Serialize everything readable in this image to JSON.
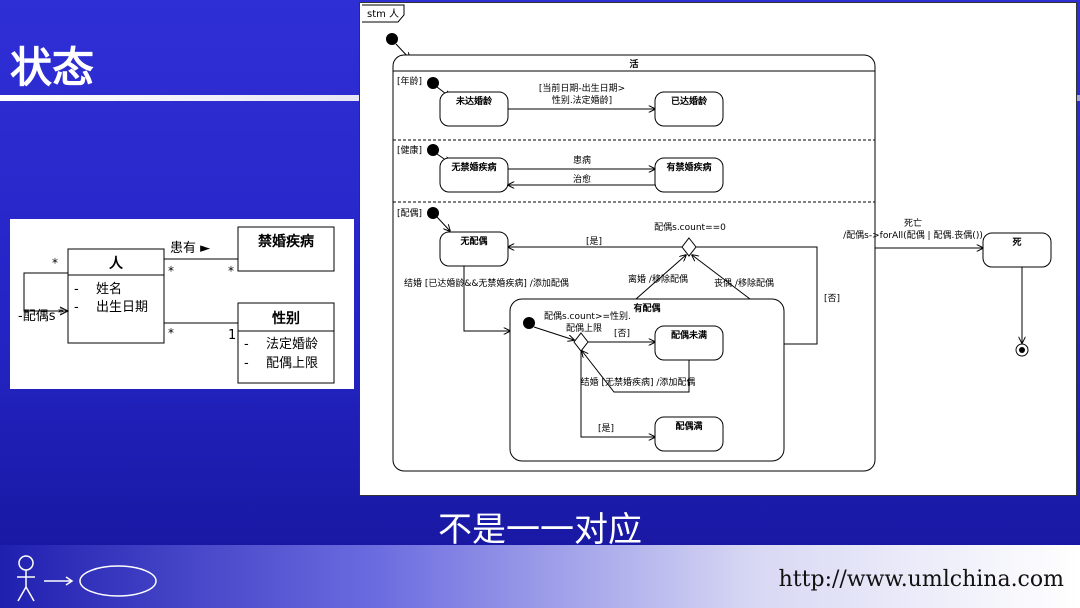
{
  "slide": {
    "title": "状态",
    "caption": "不是一一对应",
    "footer_url": "http://www.umlchina.com"
  },
  "class_diagram": {
    "class_person": {
      "name": "人",
      "attrs": [
        "-",
        "姓名",
        "-",
        "出生日期"
      ]
    },
    "class_disease": {
      "name": "禁婚疾病"
    },
    "class_gender": {
      "name": "性别",
      "attrs": [
        "-",
        "法定婚龄",
        "-",
        "配偶上限"
      ]
    },
    "assoc_has": {
      "label": "患有 ►",
      "mult_person": "*",
      "mult_disease": "*"
    },
    "assoc_gender": {
      "mult_person": "*",
      "mult_gender": "1"
    },
    "assoc_spouse": {
      "label": "-配偶s",
      "mult_top": "*",
      "mult_side": "*"
    }
  },
  "state_diagram": {
    "frame_label": "stm 人",
    "composite_alive": "活",
    "region_age": {
      "guard": "[年龄]",
      "state_underage": "未达婚龄",
      "state_of_age": "已达婚龄",
      "transition_line1": "[当前日期-出生日期>",
      "transition_line2": "性别.法定婚龄]"
    },
    "region_health": {
      "guard": "[健康]",
      "state_no_disease": "无禁婚疾病",
      "state_disease": "有禁婚疾病",
      "trans_sick": "患病",
      "trans_cured": "治愈"
    },
    "region_spouse": {
      "guard": "[配偶]",
      "state_no_spouse": "无配偶",
      "state_has_spouse": "有配偶",
      "state_not_full": "配偶未满",
      "state_full": "配偶满",
      "choice_top_guard": "配偶s.count==0",
      "trans_yes_top": "[是]",
      "trans_no_right": "[否]",
      "trans_divorce": "离婚 /移除配偶",
      "trans_widowed": "丧偶 /移除配偶",
      "trans_marry": "结婚 [已达婚龄&&无禁婚疾病] /添加配偶",
      "choice_inner_line1": "配偶s.count>=性别.",
      "choice_inner_line2": "配偶上限",
      "trans_inner_no": "[否]",
      "trans_inner_yes": "[是]",
      "trans_marry_inner": "结婚 [无禁婚疾病] /添加配偶"
    },
    "state_dead": "死",
    "trans_death_line1": "死亡",
    "trans_death_line2": "/配偶s->forAll(配偶 | 配偶.丧偶())"
  }
}
